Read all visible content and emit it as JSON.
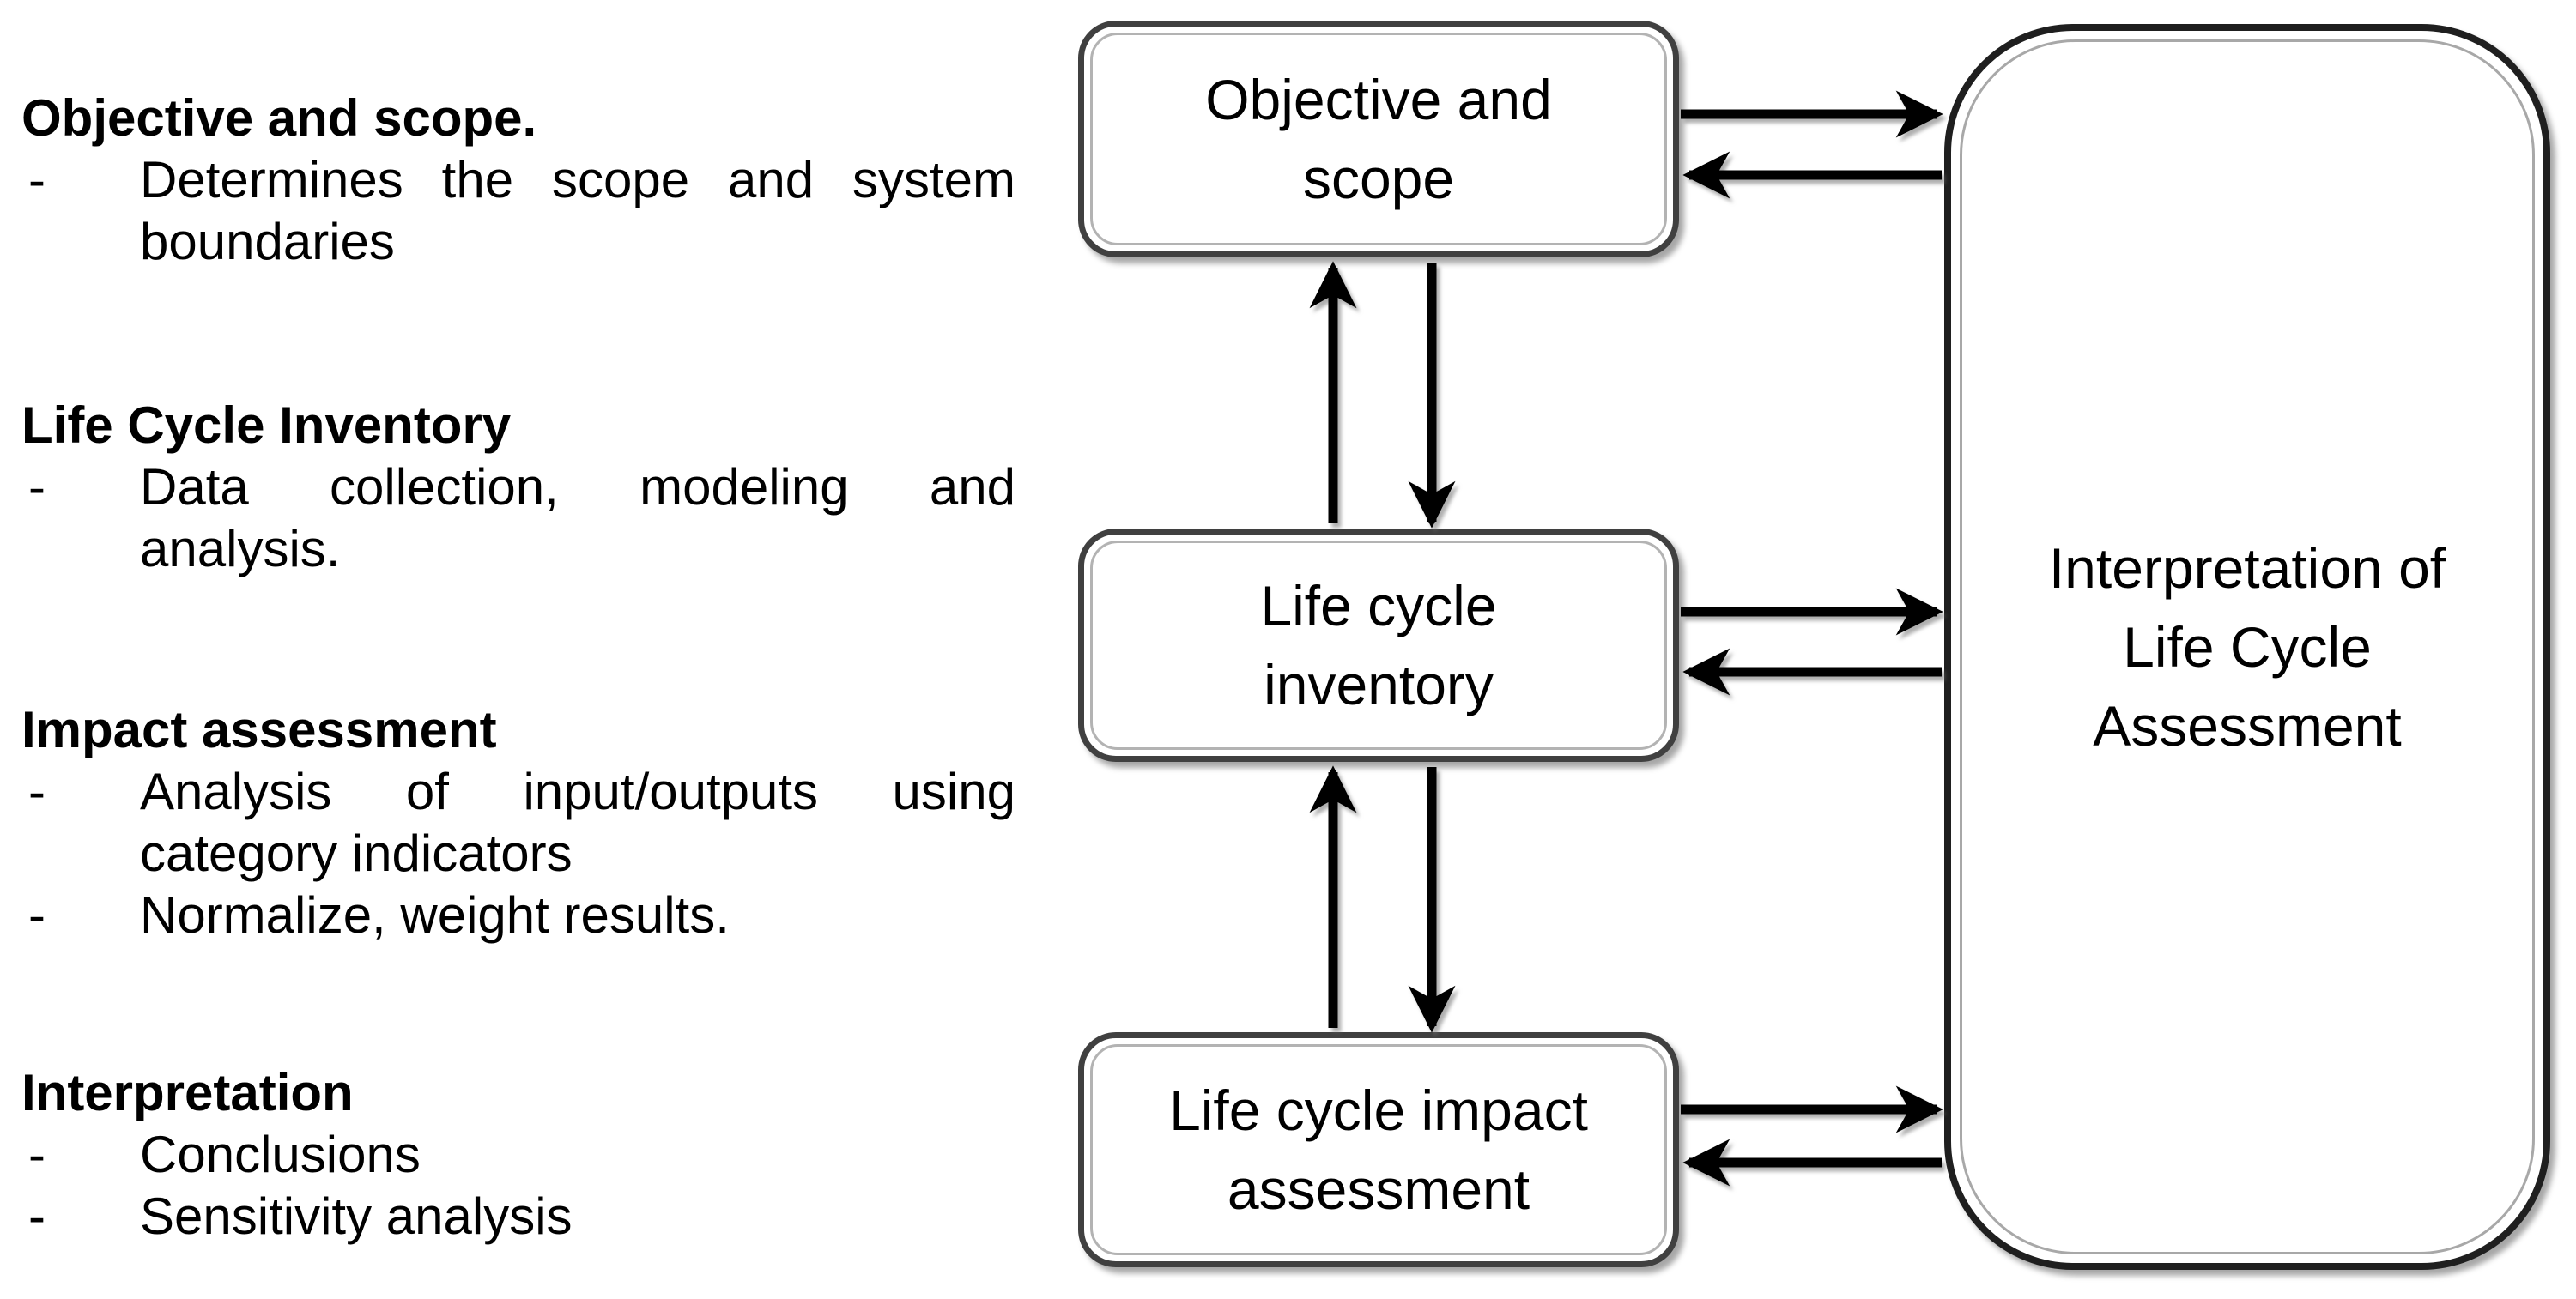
{
  "ui": {
    "dash": "-"
  },
  "left": {
    "sections": [
      {
        "heading": "Objective and scope.",
        "bullets": [
          {
            "line1": "Determines the scope and system",
            "line2": "boundaries"
          }
        ]
      },
      {
        "heading": "Life Cycle Inventory",
        "bullets": [
          {
            "line1": "Data collection, modeling and",
            "line2": "analysis."
          }
        ]
      },
      {
        "heading": "Impact assessment",
        "bullets": [
          {
            "line1": "Analysis of input/outputs using",
            "line2": "category indicators"
          },
          {
            "line1": "Normalize, weight results."
          }
        ]
      },
      {
        "heading": "Interpretation",
        "bullets": [
          {
            "line1": "Conclusions"
          },
          {
            "line1": "Sensitivity analysis"
          }
        ]
      }
    ]
  },
  "diagram": {
    "boxes": {
      "objective": {
        "l1": "Objective and",
        "l2": "scope"
      },
      "inventory": {
        "l1": "Life cycle",
        "l2": "inventory"
      },
      "impact": {
        "l1": "Life cycle impact",
        "l2": "assessment"
      },
      "interpretation": {
        "l1": "Interpretation of",
        "l2": "Life Cycle",
        "l3": "Assessment"
      }
    },
    "colors": {
      "arrow": "#000000",
      "box_border_outer": "#404040",
      "box_border_inner": "#b3b3b3",
      "big_border_outer": "#1f1f1f",
      "text": "#000000"
    }
  }
}
